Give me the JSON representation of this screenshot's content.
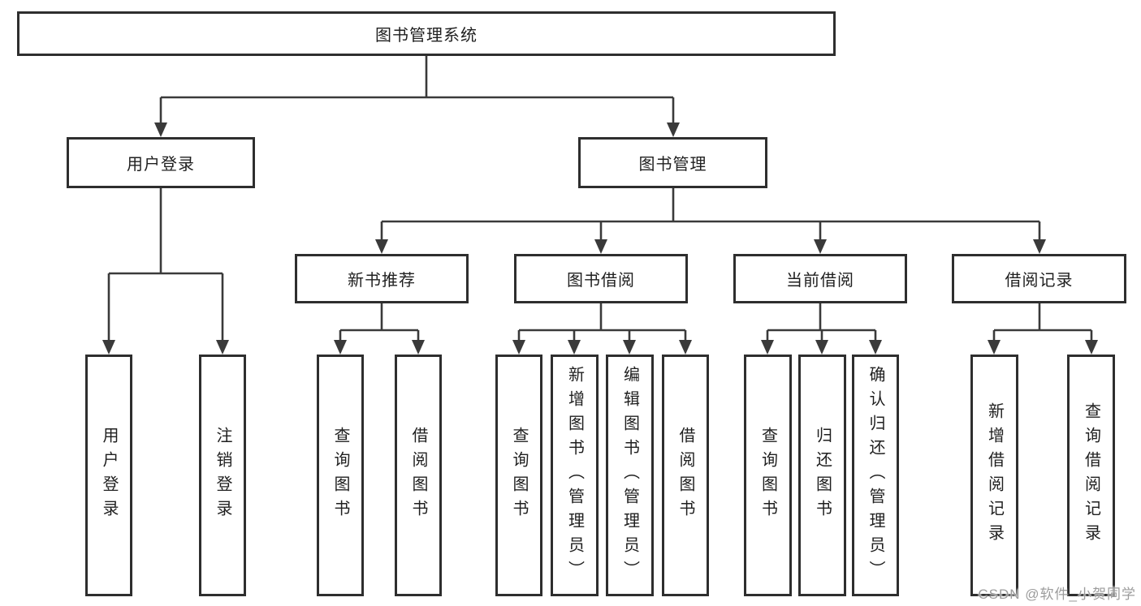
{
  "tree": {
    "root": {
      "label": "图书管理系统",
      "children": [
        {
          "label": "用户登录",
          "children": [
            {
              "label": "用户登录"
            },
            {
              "label": "注销登录"
            }
          ]
        },
        {
          "label": "图书管理",
          "children": [
            {
              "label": "新书推荐",
              "children": [
                {
                  "label": "查询图书"
                },
                {
                  "label": "借阅图书"
                }
              ]
            },
            {
              "label": "图书借阅",
              "children": [
                {
                  "label": "查询图书"
                },
                {
                  "label": "新增图书（管理员）"
                },
                {
                  "label": "编辑图书（管理员）"
                },
                {
                  "label": "借阅图书"
                }
              ]
            },
            {
              "label": "当前借阅",
              "children": [
                {
                  "label": "查询图书"
                },
                {
                  "label": "归还图书"
                },
                {
                  "label": "确认归还（管理员）"
                }
              ]
            },
            {
              "label": "借阅记录",
              "children": [
                {
                  "label": "新增借阅记录"
                },
                {
                  "label": "查询借阅记录"
                }
              ]
            }
          ]
        }
      ]
    }
  },
  "watermark": {
    "text": "CSDN @软件_小贺同学"
  },
  "colors": {
    "line": "#3a3a3a",
    "box_border": "#2e2e2e",
    "text": "#1f1f1f",
    "watermark_text": "#9c9c9c",
    "background": "#ffffff"
  }
}
